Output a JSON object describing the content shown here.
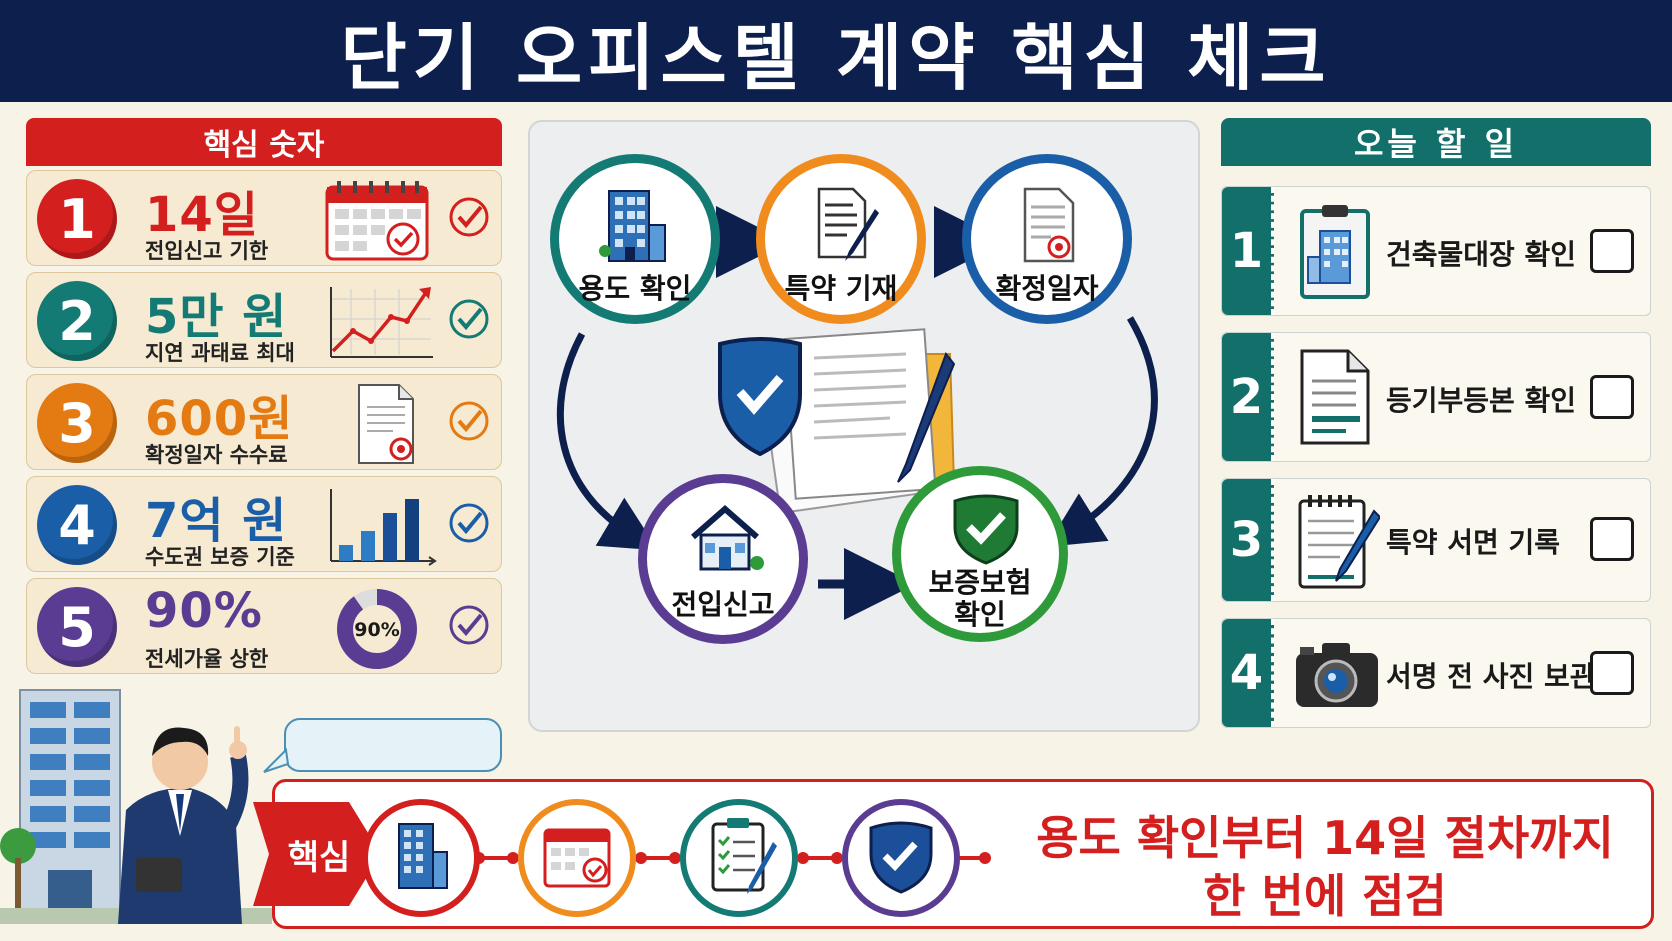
{
  "header": {
    "title": "단기 오피스텔 계약 핵심 체크"
  },
  "numbers_panel": {
    "title": "핵심 숫자",
    "items": [
      {
        "num": "1",
        "big": "14일",
        "sub": "전입신고 기한",
        "color": "#d41f1f"
      },
      {
        "num": "2",
        "big": "5만 원",
        "sub": "지연 과태료 최대",
        "color": "#137b74"
      },
      {
        "num": "3",
        "big": "600원",
        "sub": "확정일자 수수료",
        "color": "#e47a12"
      },
      {
        "num": "4",
        "big": "7억 원",
        "sub": "수도권 보증 기준",
        "color": "#1b5ea8"
      },
      {
        "num": "5",
        "big": "90%",
        "sub": "전세가율 상한",
        "color": "#5a3d93"
      }
    ],
    "donut_label": "90%",
    "donut_value": 0.9
  },
  "flow": {
    "steps": [
      {
        "label": "용도 확인",
        "color": "#137b74",
        "icon": "building-icon"
      },
      {
        "label": "특약 기재",
        "color": "#f08c1e",
        "icon": "document-pen-icon"
      },
      {
        "label": "확정일자",
        "color": "#1b5ea8",
        "icon": "stamped-document-icon"
      },
      {
        "label": "전입신고",
        "color": "#5a3d93",
        "icon": "house-icon"
      },
      {
        "label": "보증보험 확인",
        "label_line1": "보증보험",
        "label_line2": "확인",
        "color": "#2e9a3a",
        "icon": "shield-check-icon"
      }
    ]
  },
  "todo_panel": {
    "title": "오늘 할 일",
    "items": [
      {
        "num": "1",
        "label": "건축물대장 확인",
        "icon": "clipboard-building-icon"
      },
      {
        "num": "2",
        "label": "등기부등본 확인",
        "icon": "document-icon"
      },
      {
        "num": "3",
        "label": "특약 서면 기록",
        "icon": "notepad-pen-icon"
      },
      {
        "num": "4",
        "label": "서명 전 사진 보관",
        "icon": "camera-icon"
      }
    ]
  },
  "bottom": {
    "tag": "핵심",
    "line1": "용도 확인부터 14일 절차까지",
    "line2": "한 번에 점검"
  },
  "colors": {
    "navy": "#0d1f4d",
    "red": "#d41f1f",
    "teal": "#136f6a"
  }
}
